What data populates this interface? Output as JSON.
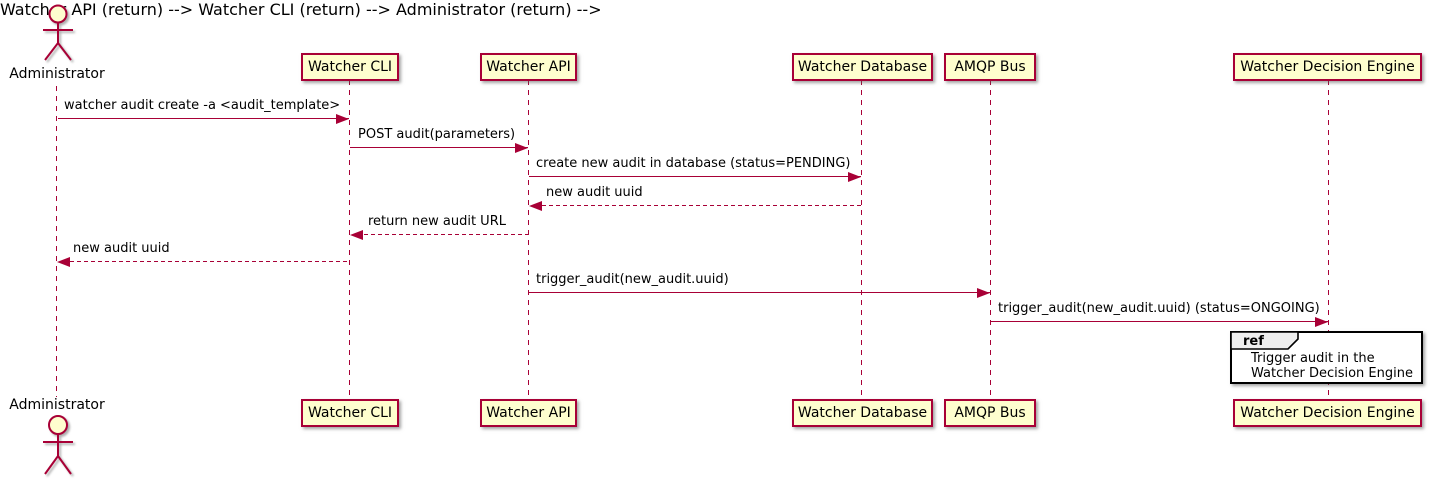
{
  "diagram": {
    "type": "uml-sequence",
    "colors": {
      "participant_fill": "#FEFECE",
      "stroke": "#A80036",
      "text": "#000000",
      "ref_fill": "#FFFFFF",
      "ref_header_fill": "#EEEEEE",
      "ref_border": "#000000"
    },
    "actor": {
      "name": "Administrator"
    },
    "participants": [
      {
        "label": "Watcher CLI"
      },
      {
        "label": "Watcher API"
      },
      {
        "label": "Watcher Database"
      },
      {
        "label": "AMQP Bus"
      },
      {
        "label": "Watcher Decision Engine"
      }
    ],
    "messages": [
      {
        "from": "Administrator",
        "to": "Watcher CLI",
        "style": "solid",
        "label": "watcher audit create -a <audit_template>"
      },
      {
        "from": "Watcher CLI",
        "to": "Watcher API",
        "style": "solid",
        "label": "POST audit(parameters)"
      },
      {
        "from": "Watcher API",
        "to": "Watcher Database",
        "style": "solid",
        "label": "create new audit in database (status=PENDING)"
      },
      {
        "from": "Watcher Database",
        "to": "Watcher API",
        "style": "dashed",
        "label": "new audit uuid"
      },
      {
        "from": "Watcher API",
        "to": "Watcher CLI",
        "style": "dashed",
        "label": "return new audit URL"
      },
      {
        "from": "Watcher CLI",
        "to": "Administrator",
        "style": "dashed",
        "label": "new audit uuid"
      },
      {
        "from": "Watcher API",
        "to": "AMQP Bus",
        "style": "solid",
        "label": "trigger_audit(new_audit.uuid)"
      },
      {
        "from": "AMQP Bus",
        "to": "Watcher Decision Engine",
        "style": "solid",
        "label": "trigger_audit(new_audit.uuid) (status=ONGOING)"
      }
    ],
    "ref": {
      "keyword": "ref",
      "lines": [
        "Trigger audit in the",
        "Watcher Decision Engine"
      ]
    }
  }
}
